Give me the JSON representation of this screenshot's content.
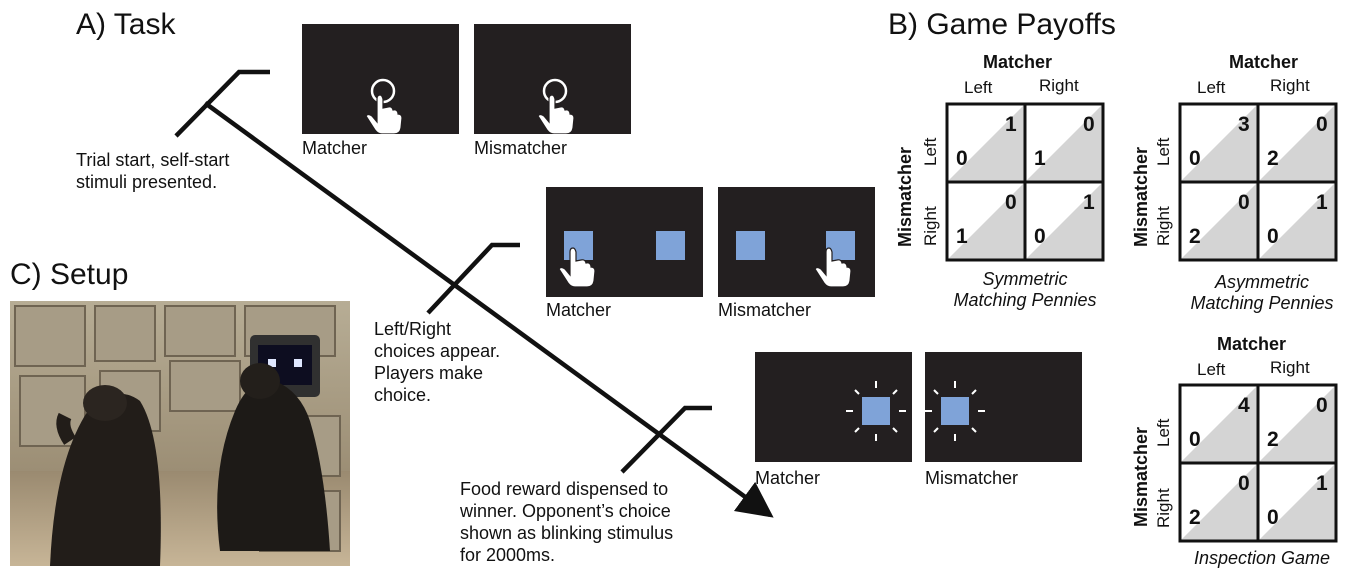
{
  "task": {
    "heading": "A) Task",
    "steps": [
      {
        "description": [
          "Trial start, self-start",
          "stimuli presented."
        ],
        "left_label": "Matcher",
        "right_label": "Mismatcher"
      },
      {
        "description": [
          "Left/Right",
          "choices appear.",
          "Players make",
          "choice."
        ],
        "left_label": "Matcher",
        "right_label": "Mismatcher"
      },
      {
        "description": [
          "Food reward dispensed to",
          "winner. Opponent’s choice",
          "shown as blinking stimulus",
          "for 2000ms."
        ],
        "left_label": "Matcher",
        "right_label": "Mismatcher"
      }
    ],
    "stimulus_color": "#7fa3d8",
    "screen_color": "#231f20"
  },
  "payoffs": {
    "heading": "B) Game Payoffs",
    "games": [
      {
        "caption": [
          "Symmetric",
          "Matching Pennies"
        ],
        "col_player": "Matcher",
        "row_player": "Mismatcher",
        "cols": [
          "Left",
          "Right"
        ],
        "rows": [
          "Left",
          "Right"
        ],
        "cells": [
          [
            {
              "matcher": "1",
              "mismatcher": "0"
            },
            {
              "matcher": "0",
              "mismatcher": "1"
            }
          ],
          [
            {
              "matcher": "0",
              "mismatcher": "1"
            },
            {
              "matcher": "1",
              "mismatcher": "0"
            }
          ]
        ]
      },
      {
        "caption": [
          "Asymmetric",
          "Matching Pennies"
        ],
        "col_player": "Matcher",
        "row_player": "Mismatcher",
        "cols": [
          "Left",
          "Right"
        ],
        "rows": [
          "Left",
          "Right"
        ],
        "cells": [
          [
            {
              "matcher": "3",
              "mismatcher": "0"
            },
            {
              "matcher": "0",
              "mismatcher": "2"
            }
          ],
          [
            {
              "matcher": "0",
              "mismatcher": "2"
            },
            {
              "matcher": "1",
              "mismatcher": "0"
            }
          ]
        ]
      },
      {
        "caption": [
          "Inspection Game"
        ],
        "col_player": "Matcher",
        "row_player": "Mismatcher",
        "cols": [
          "Left",
          "Right"
        ],
        "rows": [
          "Left",
          "Right"
        ],
        "cells": [
          [
            {
              "matcher": "4",
              "mismatcher": "0"
            },
            {
              "matcher": "0",
              "mismatcher": "2"
            }
          ],
          [
            {
              "matcher": "0",
              "mismatcher": "2"
            },
            {
              "matcher": "1",
              "mismatcher": "0"
            }
          ]
        ]
      }
    ],
    "cell_shade": "#d4d4d4"
  },
  "setup": {
    "heading": "C) Setup"
  }
}
